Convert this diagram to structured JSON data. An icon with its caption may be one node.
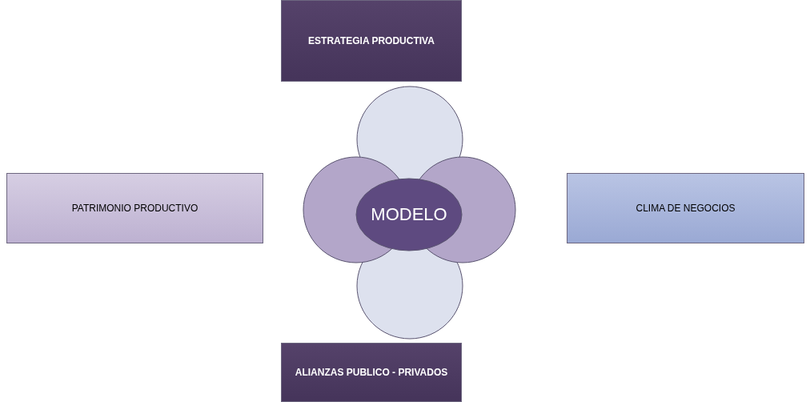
{
  "diagram": {
    "nodes": [
      {
        "text": [
          "ESTRATEGIA PRODUCTIVA"
        ]
      },
      {
        "text": [],
        "shape": "circle"
      },
      {
        "text": [
          "PATRIMONIO PRODUCTIVO"
        ]
      },
      {
        "text": [],
        "shape": "circle"
      },
      {
        "text": [
          "MODELO"
        ]
      },
      {
        "text": [],
        "shape": "circle"
      },
      {
        "text": [
          "CLIMA DE NEGOCIOS"
        ]
      },
      {
        "text": [],
        "shape": "circle"
      },
      {
        "text": [
          "ALIANZAS PUBLICO - PRIVADOS"
        ]
      }
    ],
    "edges": []
  }
}
